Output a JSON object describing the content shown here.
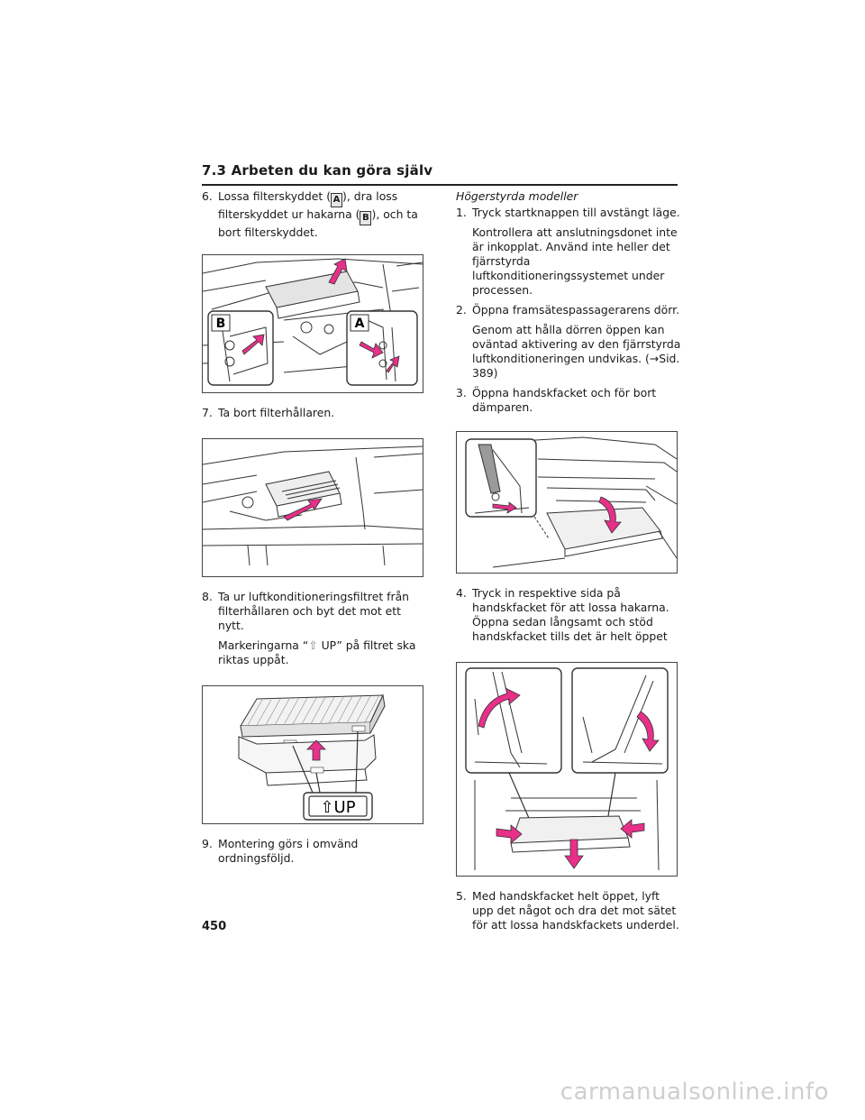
{
  "header": {
    "section_title": "7.3  Arbeten du kan göra själv"
  },
  "left": {
    "step6": {
      "num": "6.",
      "text_a": "Lossa filterskyddet (",
      "tag_a": "A",
      "text_b": "), dra loss filterskyddet ur hakarna (",
      "tag_b": "B",
      "text_c": "), och ta bort filterskyddet."
    },
    "fig1": {
      "callout_a": "A",
      "callout_b": "B"
    },
    "step7": {
      "num": "7.",
      "text": "Ta bort filterhållaren."
    },
    "step8": {
      "num": "8.",
      "text": "Ta ur luftkonditioneringsfiltret från filterhållaren och byt det mot ett nytt.",
      "note_a": "Markeringarna “",
      "note_b": " UP” på filtret ska riktas uppåt."
    },
    "fig3": {
      "badge": "⇧UP"
    },
    "step9": {
      "num": "9.",
      "text": "Montering görs i omvänd ordningsföljd."
    }
  },
  "right": {
    "subhead": "Högerstyrda modeller",
    "step1": {
      "num": "1.",
      "text": "Tryck startknappen till avstängt läge.",
      "para": "Kontrollera att anslutningsdonet inte är inkopplat. Använd inte heller det fjärrstyrda luftkonditioneringssystemet under processen."
    },
    "step2": {
      "num": "2.",
      "text": "Öppna framsätespassagerarens dörr.",
      "para": "Genom att hålla dörren öppen kan oväntad aktivering av den fjärrstyrda luftkonditioneringen undvikas. (→Sid. 389)"
    },
    "step3": {
      "num": "3.",
      "text": "Öppna handskfacket och för bort dämparen."
    },
    "step4": {
      "num": "4.",
      "text": "Tryck in respektive sida på handskfacket för att lossa hakarna. Öppna sedan långsamt och stöd handskfacket tills det är helt öppet"
    },
    "step5": {
      "num": "5.",
      "text": "Med handskfacket helt öppet, lyft upp det något och dra det mot sätet för att lossa handskfackets underdel."
    }
  },
  "footer": {
    "page_number": "450",
    "watermark": "carmanualsonline.info"
  },
  "colors": {
    "arrow_pink": "#e8308a",
    "rule": "#222222",
    "tag_bg": "#e6e6e6"
  }
}
